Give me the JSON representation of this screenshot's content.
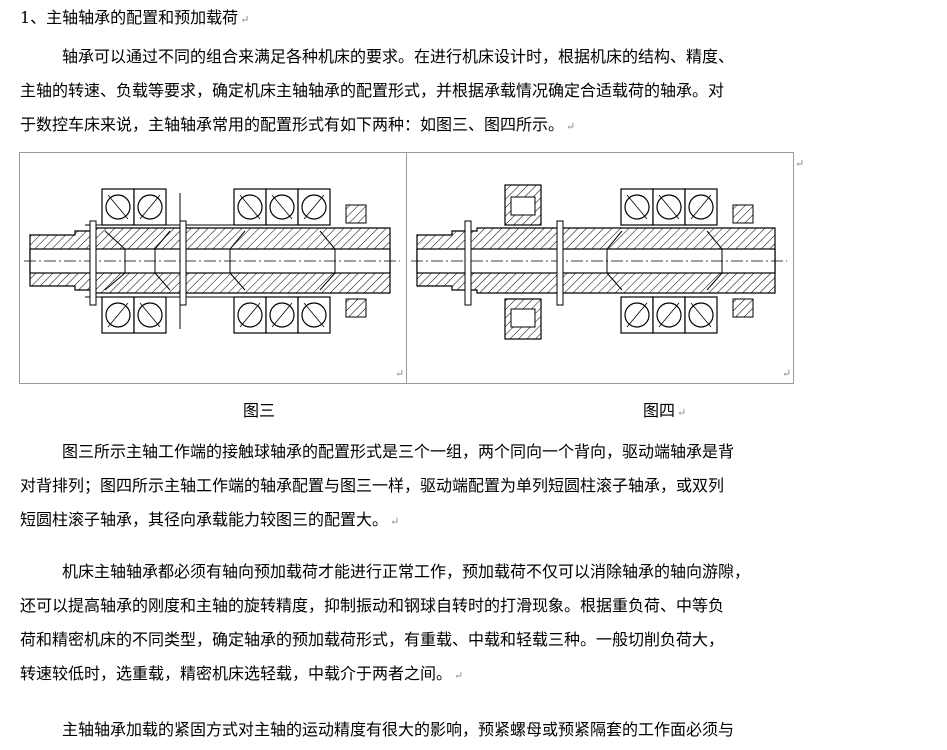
{
  "heading": "1、主轴轴承的配置和预加载荷",
  "paragraph_mark": "↵",
  "intro_lines": [
    "轴承可以通过不同的组合来满足各种机床的要求。在进行机床设计时，根据机床的结构、精度、",
    "主轴的转速、负载等要求，确定机床主轴轴承的配置形式，并根据承载情况确定合适载荷的轴承。对",
    "于数控车床来说，主轴轴承常用的配置形式有如下两种：如图三、图四所示。"
  ],
  "figures": {
    "left_caption": "图三",
    "right_caption": "图四"
  },
  "para2_lines": [
    "图三所示主轴工作端的接触球轴承的配置形式是三个一组，两个同向一个背向，驱动端轴承是背",
    "对背排列；图四所示主轴工作端的轴承配置与图三一样，驱动端配置为单列短圆柱滚子轴承，或双列",
    "短圆柱滚子轴承，其径向承载能力较图三的配置大。"
  ],
  "para3_lines": [
    "机床主轴轴承都必须有轴向预加载荷才能进行正常工作，预加载荷不仅可以消除轴承的轴向游隙，",
    "还可以提高轴承的刚度和主轴的旋转精度，抑制振动和钢球自转时的打滑现象。根据重负荷、中等负",
    "荷和精密机床的不同类型，确定轴承的预加载荷形式，有重载、中载和轻载三种。一般切削负荷大，",
    "转速较低时，选重载，精密机床选轻载，中载介于两者之间。"
  ],
  "para4_lines": [
    "主轴轴承加载的紧固方式对主轴的运动精度有很大的影响，预紧螺母或预紧隔套的工作面必须与"
  ]
}
